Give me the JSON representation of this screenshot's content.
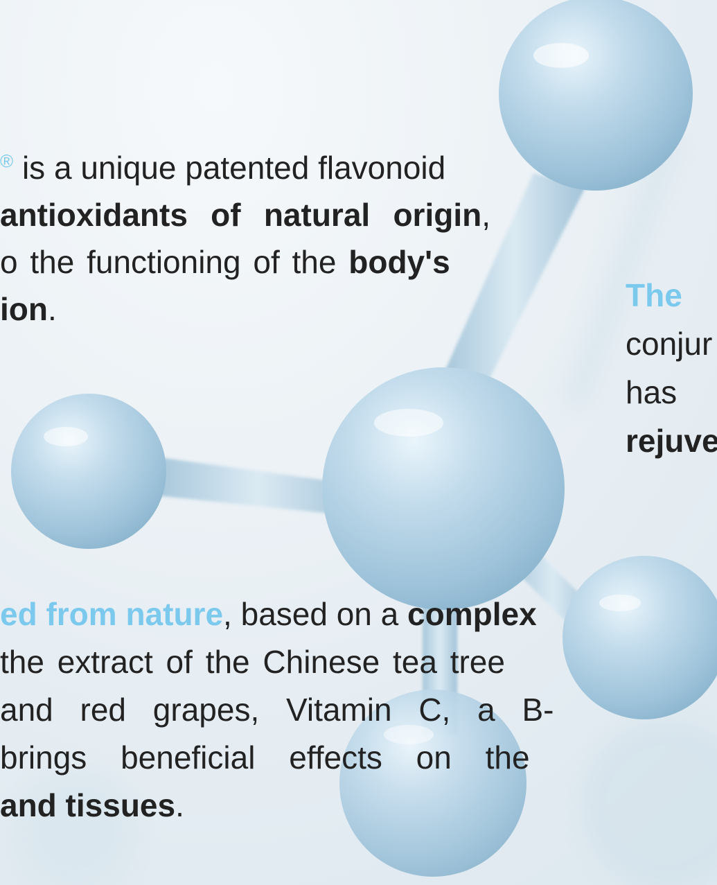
{
  "block1": {
    "line1": {
      "reg": "®",
      "text": " is a unique patented flavonoid"
    },
    "line2": {
      "bold1": "antioxidants",
      "sp1": " ",
      "bold2": "of",
      "sp2": " ",
      "bold3": "natural",
      "sp3": " ",
      "bold4": "origin",
      "tail": ","
    },
    "line3": {
      "text": "o the functioning of the ",
      "bold": "body's"
    },
    "line4": {
      "bold": "ion",
      "tail": "."
    }
  },
  "block2": {
    "line1": {
      "accent": "The"
    },
    "line2": {
      "text": "conjur"
    },
    "line3": {
      "text": "has"
    },
    "line4": {
      "bold": "rejuve"
    }
  },
  "block3": {
    "line1": {
      "accent": "ed from nature",
      "text": ", based on a ",
      "bold": "complex"
    },
    "line2": {
      "text": " the extract of the Chinese tea tree"
    },
    "line3": {
      "text": " and red grapes, Vitamin C, a B-"
    },
    "line4": {
      "text": " brings beneficial effects on the"
    },
    "line5": {
      "bold": "and tissues",
      "tail": "."
    }
  },
  "colors": {
    "accent": "#7cc9ee",
    "text": "#222222",
    "background": "#e9eff3",
    "molecule": "#a9cbe0"
  }
}
